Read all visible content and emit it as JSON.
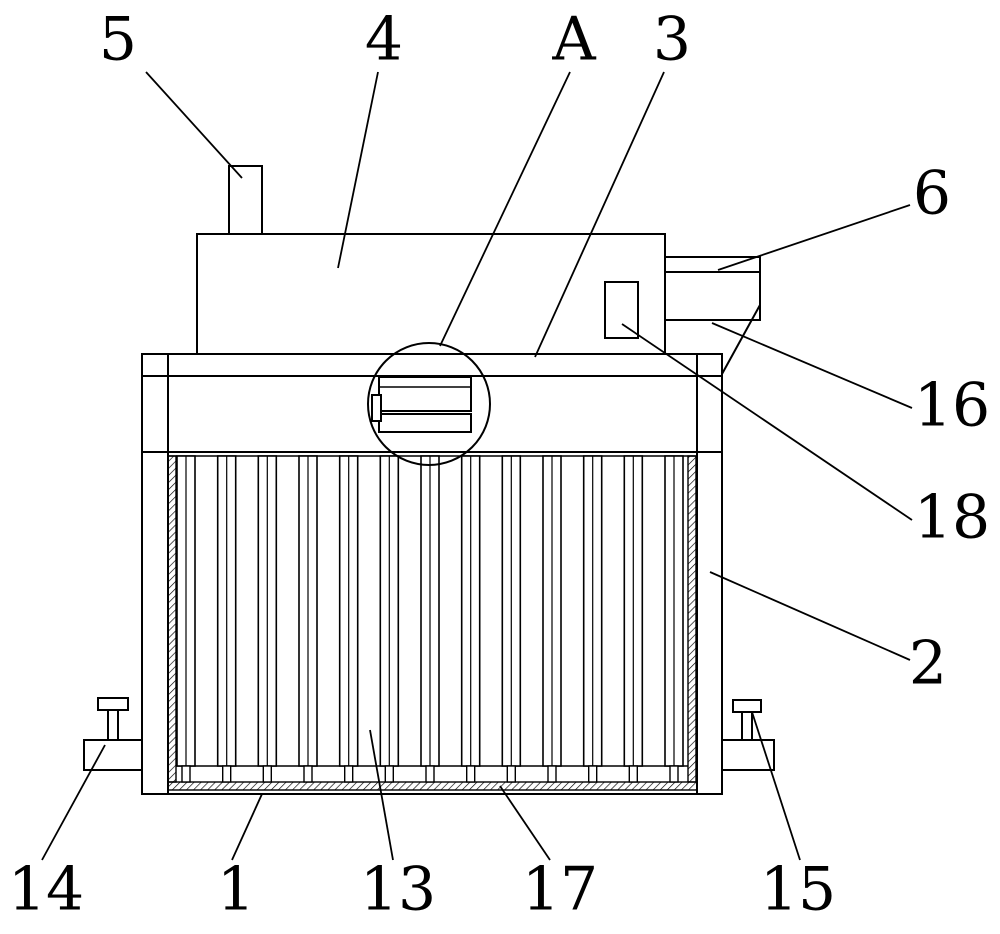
{
  "diagram": {
    "callouts": [
      {
        "id": "c5",
        "text": "5"
      },
      {
        "id": "c4",
        "text": "4"
      },
      {
        "id": "cA",
        "text": "A"
      },
      {
        "id": "c3",
        "text": "3"
      },
      {
        "id": "c6",
        "text": "6"
      },
      {
        "id": "c16",
        "text": "16"
      },
      {
        "id": "c18",
        "text": "18"
      },
      {
        "id": "c2",
        "text": "2"
      },
      {
        "id": "c14",
        "text": "14"
      },
      {
        "id": "c1",
        "text": "1"
      },
      {
        "id": "c13",
        "text": "13"
      },
      {
        "id": "c17",
        "text": "17"
      },
      {
        "id": "c15",
        "text": "15"
      }
    ]
  }
}
